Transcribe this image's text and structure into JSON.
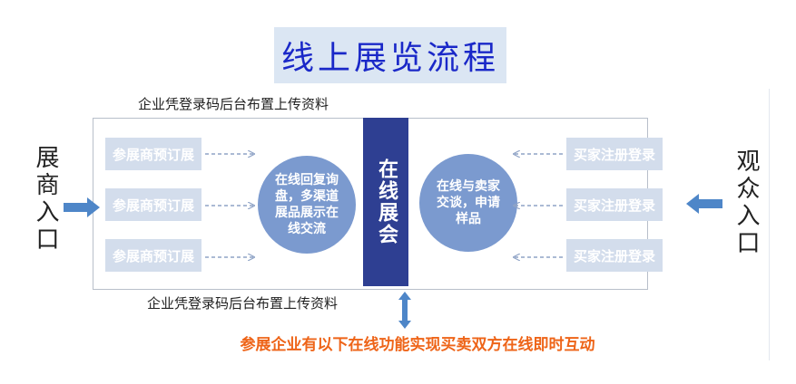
{
  "title": "线上展览流程",
  "caption_top": "企业凭登录码后台布置上传资料",
  "caption_bottom": "企业凭登录码后台布置上传资料",
  "left_entry": "展商入口",
  "right_entry": "观众入口",
  "exhibitor_steps": [
    "参展商预订展",
    "参展商预订展",
    "参展商预订展"
  ],
  "buyer_steps": [
    "买家注册登录",
    "买家注册登录",
    "买家注册登录"
  ],
  "left_circle": "在线回复询盘，多渠道展品展示在线交流",
  "right_circle": "在线与卖家交谈，申请样品",
  "center": "在线展会",
  "bottom_note": "参展企业有以下在线功能实现买卖双方在线即时互动",
  "colors": {
    "title_text": "#1a28c8",
    "title_bg": "#dbe6f3",
    "center_bar": "#2e3f92",
    "circle": "#7b9acf",
    "pill": "#d3ddec",
    "arrow": "#4e86c8",
    "dashed_arrow": "#8fa3c6",
    "bottom_note": "#ee6418"
  }
}
